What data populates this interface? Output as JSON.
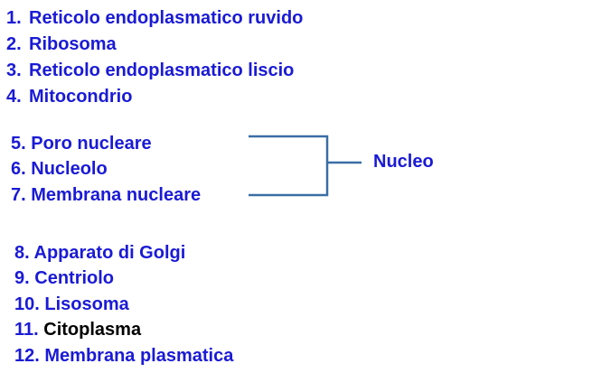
{
  "group1": [
    {
      "num": "1.",
      "text": "Reticolo endoplasmatico ruvido"
    },
    {
      "num": "2.",
      "text": "Ribosoma"
    },
    {
      "num": "3.",
      "text": "Reticolo endoplasmatico liscio"
    },
    {
      "num": "4.",
      "text": "Mitocondrio"
    }
  ],
  "group2": [
    {
      "num": "5.",
      "text": "Poro nucleare"
    },
    {
      "num": "6.",
      "text": "Nucleolo"
    },
    {
      "num": "7.",
      "text": "Membrana nucleare"
    }
  ],
  "bracket_label": "Nucleo",
  "group3": [
    {
      "num": "8.",
      "text": "Apparato di Golgi"
    },
    {
      "num": "9.",
      "text": "Centriolo"
    },
    {
      "num": "10.",
      "text": "Lisosoma"
    },
    {
      "num": "11.",
      "text": "Citoplasma"
    },
    {
      "num": "12.",
      "text": "Membrana plasmatica"
    }
  ],
  "colors": {
    "text": "#1a1ad6",
    "highlight_text": "#000000",
    "bracket": "#3a6ea5"
  }
}
